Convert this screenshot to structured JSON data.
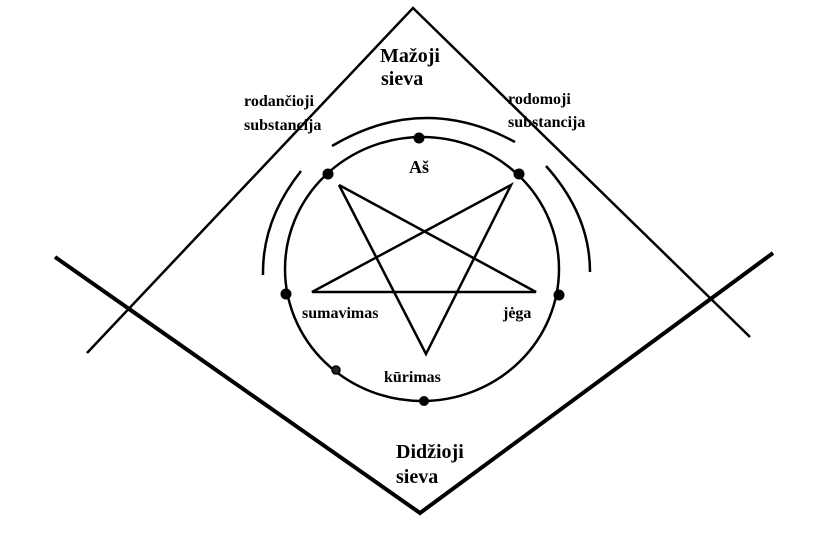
{
  "labels": {
    "top_line1": "Mažoji",
    "top_line2": "sieva",
    "left_line1": "rodančioji",
    "left_line2": "substancija",
    "right_line1": "rodomoji",
    "right_line2": "substancija",
    "center_top": "Aš",
    "left_point": "sumavimas",
    "right_point": "jėga",
    "bottom_point": "kūrimas",
    "bottom_line1": "Didžioji",
    "bottom_line2": "sieva"
  },
  "colors": {
    "stroke": "#000000",
    "background": "#ffffff"
  }
}
